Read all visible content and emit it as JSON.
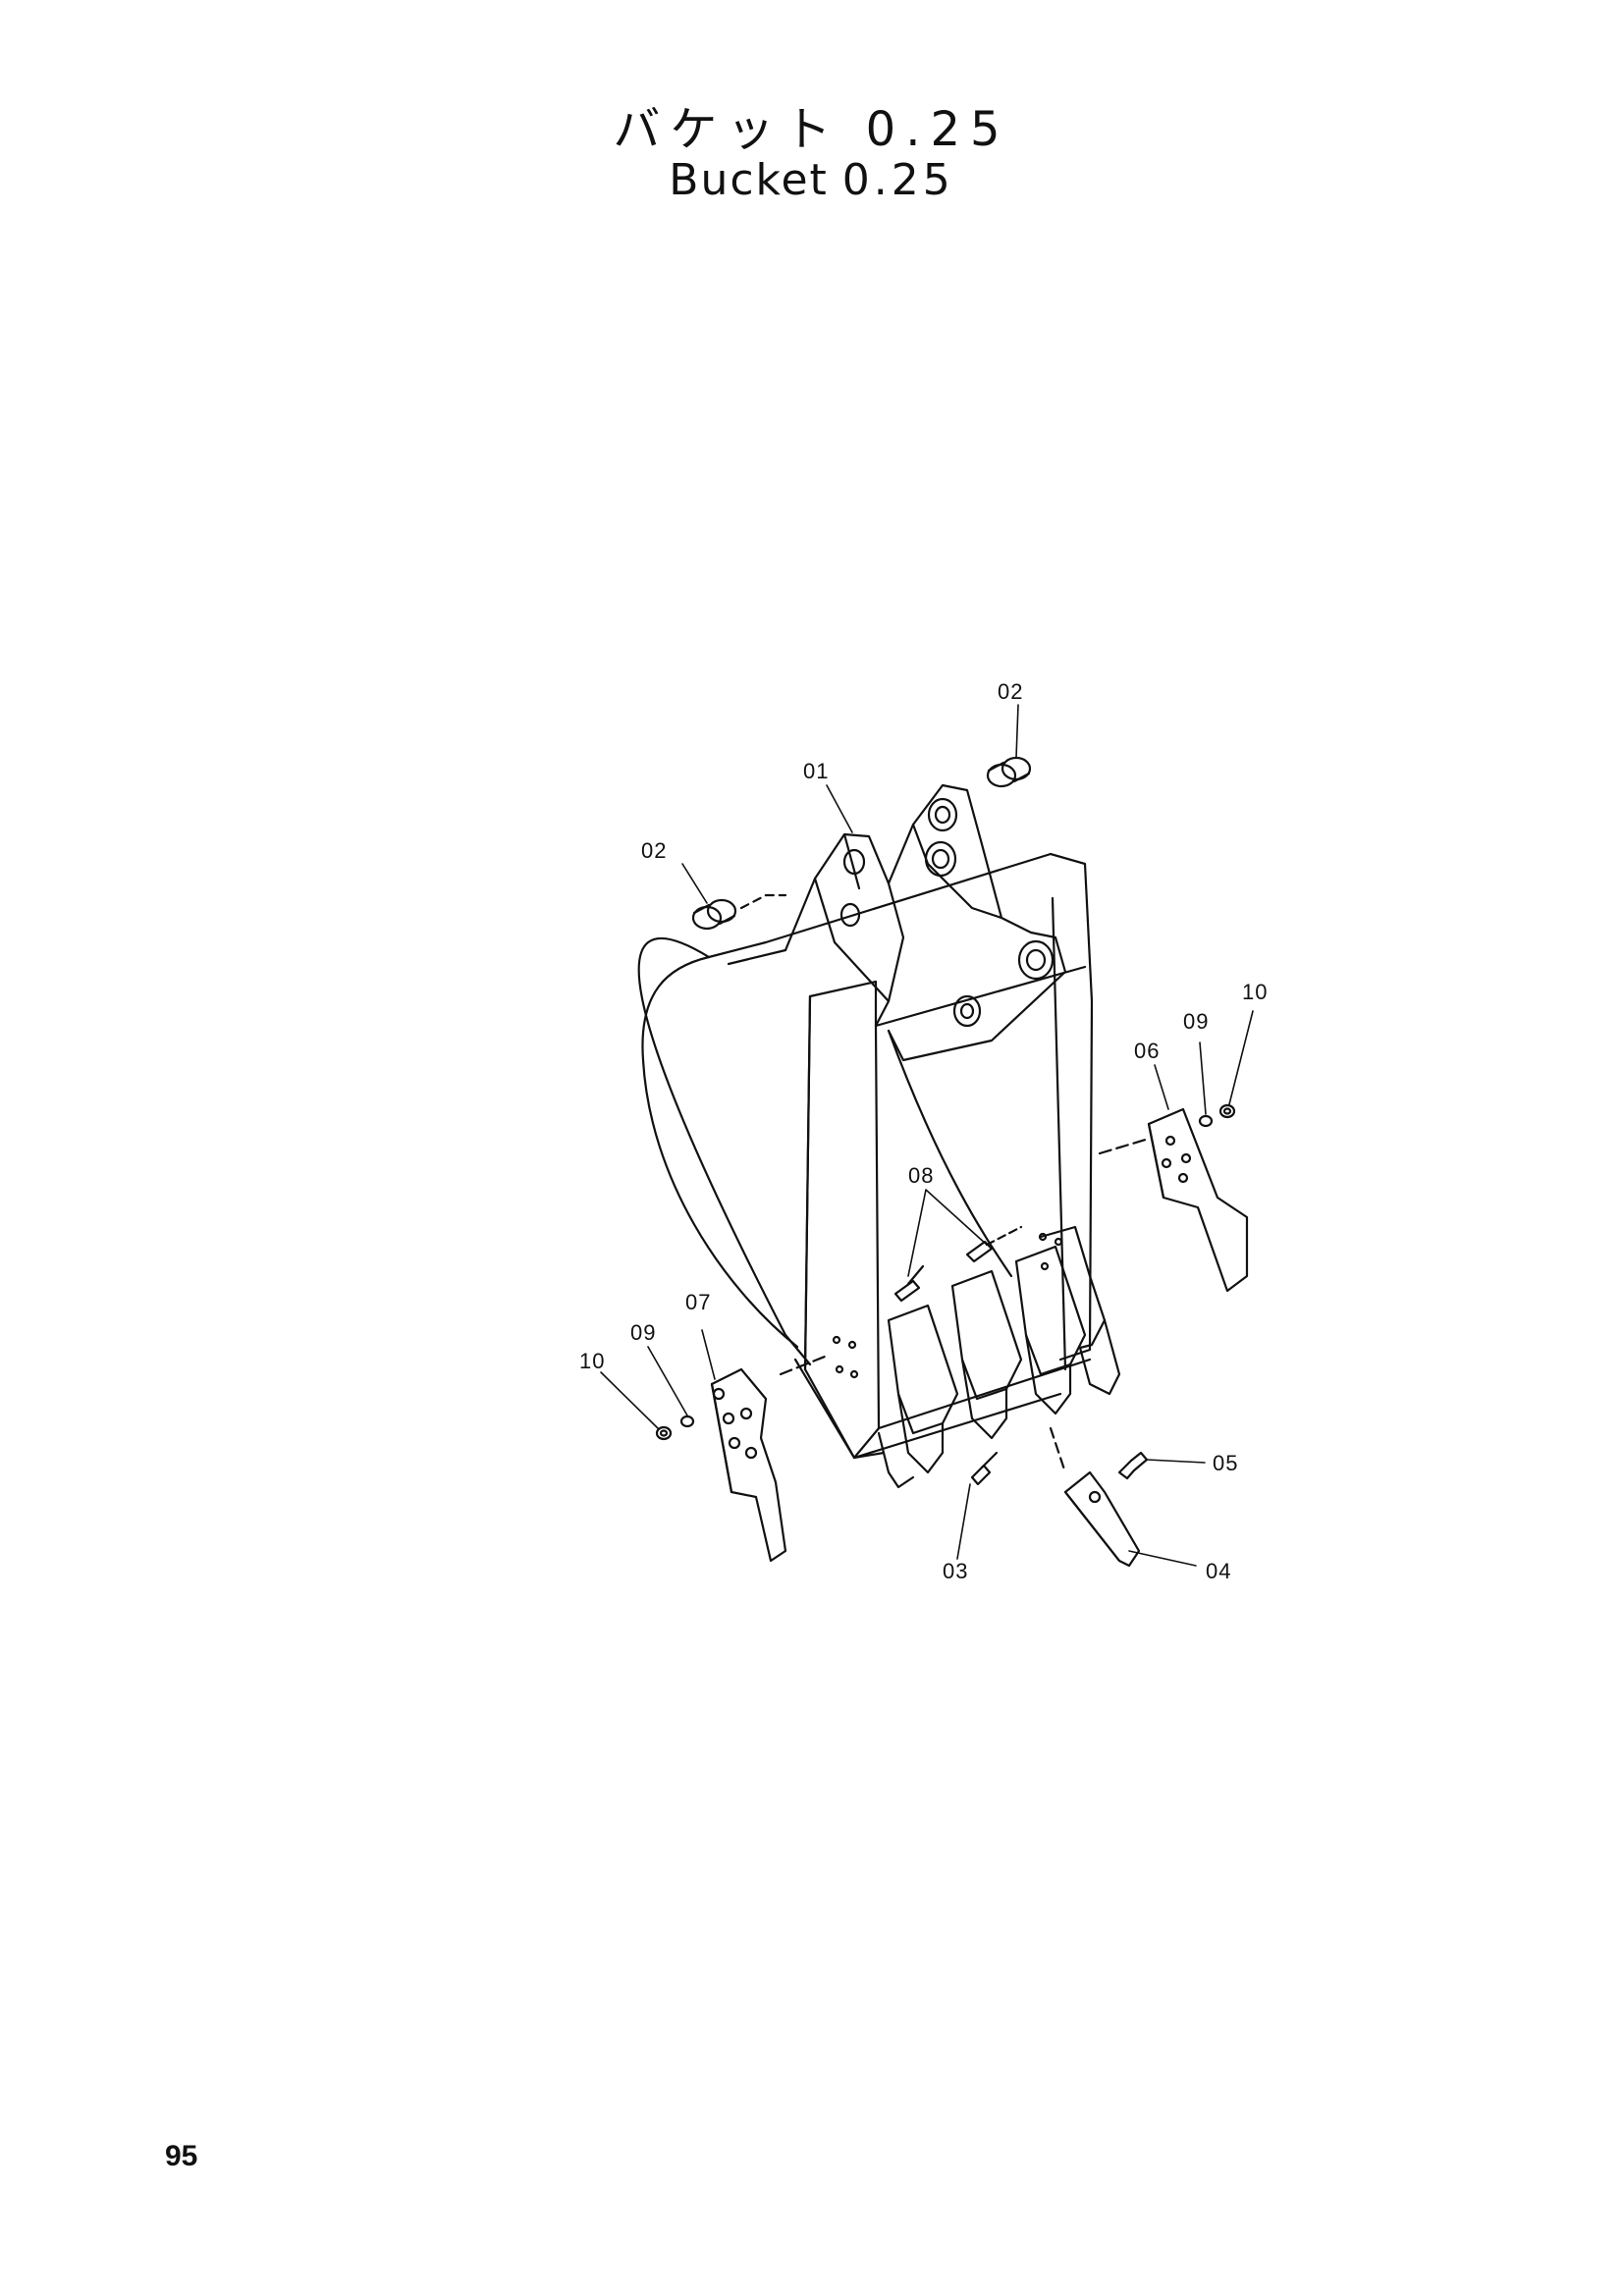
{
  "page": {
    "title_jp": "バケット 0.25",
    "title_en_word": "Bucket",
    "title_en_num": "0.25",
    "page_number": "95"
  },
  "callouts": {
    "c01": "01",
    "c02a": "02",
    "c02b": "02",
    "c03": "03",
    "c04": "04",
    "c05": "05",
    "c06": "06",
    "c07": "07",
    "c08": "08",
    "c09a": "09",
    "c09b": "09",
    "c10a": "10",
    "c10b": "10"
  },
  "colors": {
    "ink": "#111111",
    "paper": "#ffffff"
  }
}
